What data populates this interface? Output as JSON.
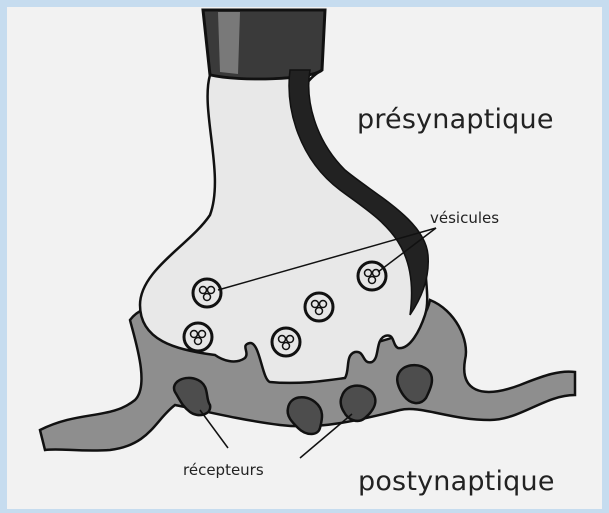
{
  "diagram": {
    "labels": {
      "presynaptic": "présynaptique",
      "postsynaptic": "postynaptique",
      "vesicles": "vésicules",
      "receptors": "récepteurs"
    },
    "colors": {
      "background": "#f2f2f2",
      "frame": "#c6dcef",
      "terminal_fill": "#e8e8e8",
      "postsynaptic_fill": "#8e8e8e",
      "outline": "#111111",
      "receptor_fill": "#4d4d4d"
    },
    "components": [
      "axon-shaft",
      "presynaptic-terminal",
      "synaptic-vesicles",
      "postsynaptic-membrane",
      "receptors"
    ]
  }
}
